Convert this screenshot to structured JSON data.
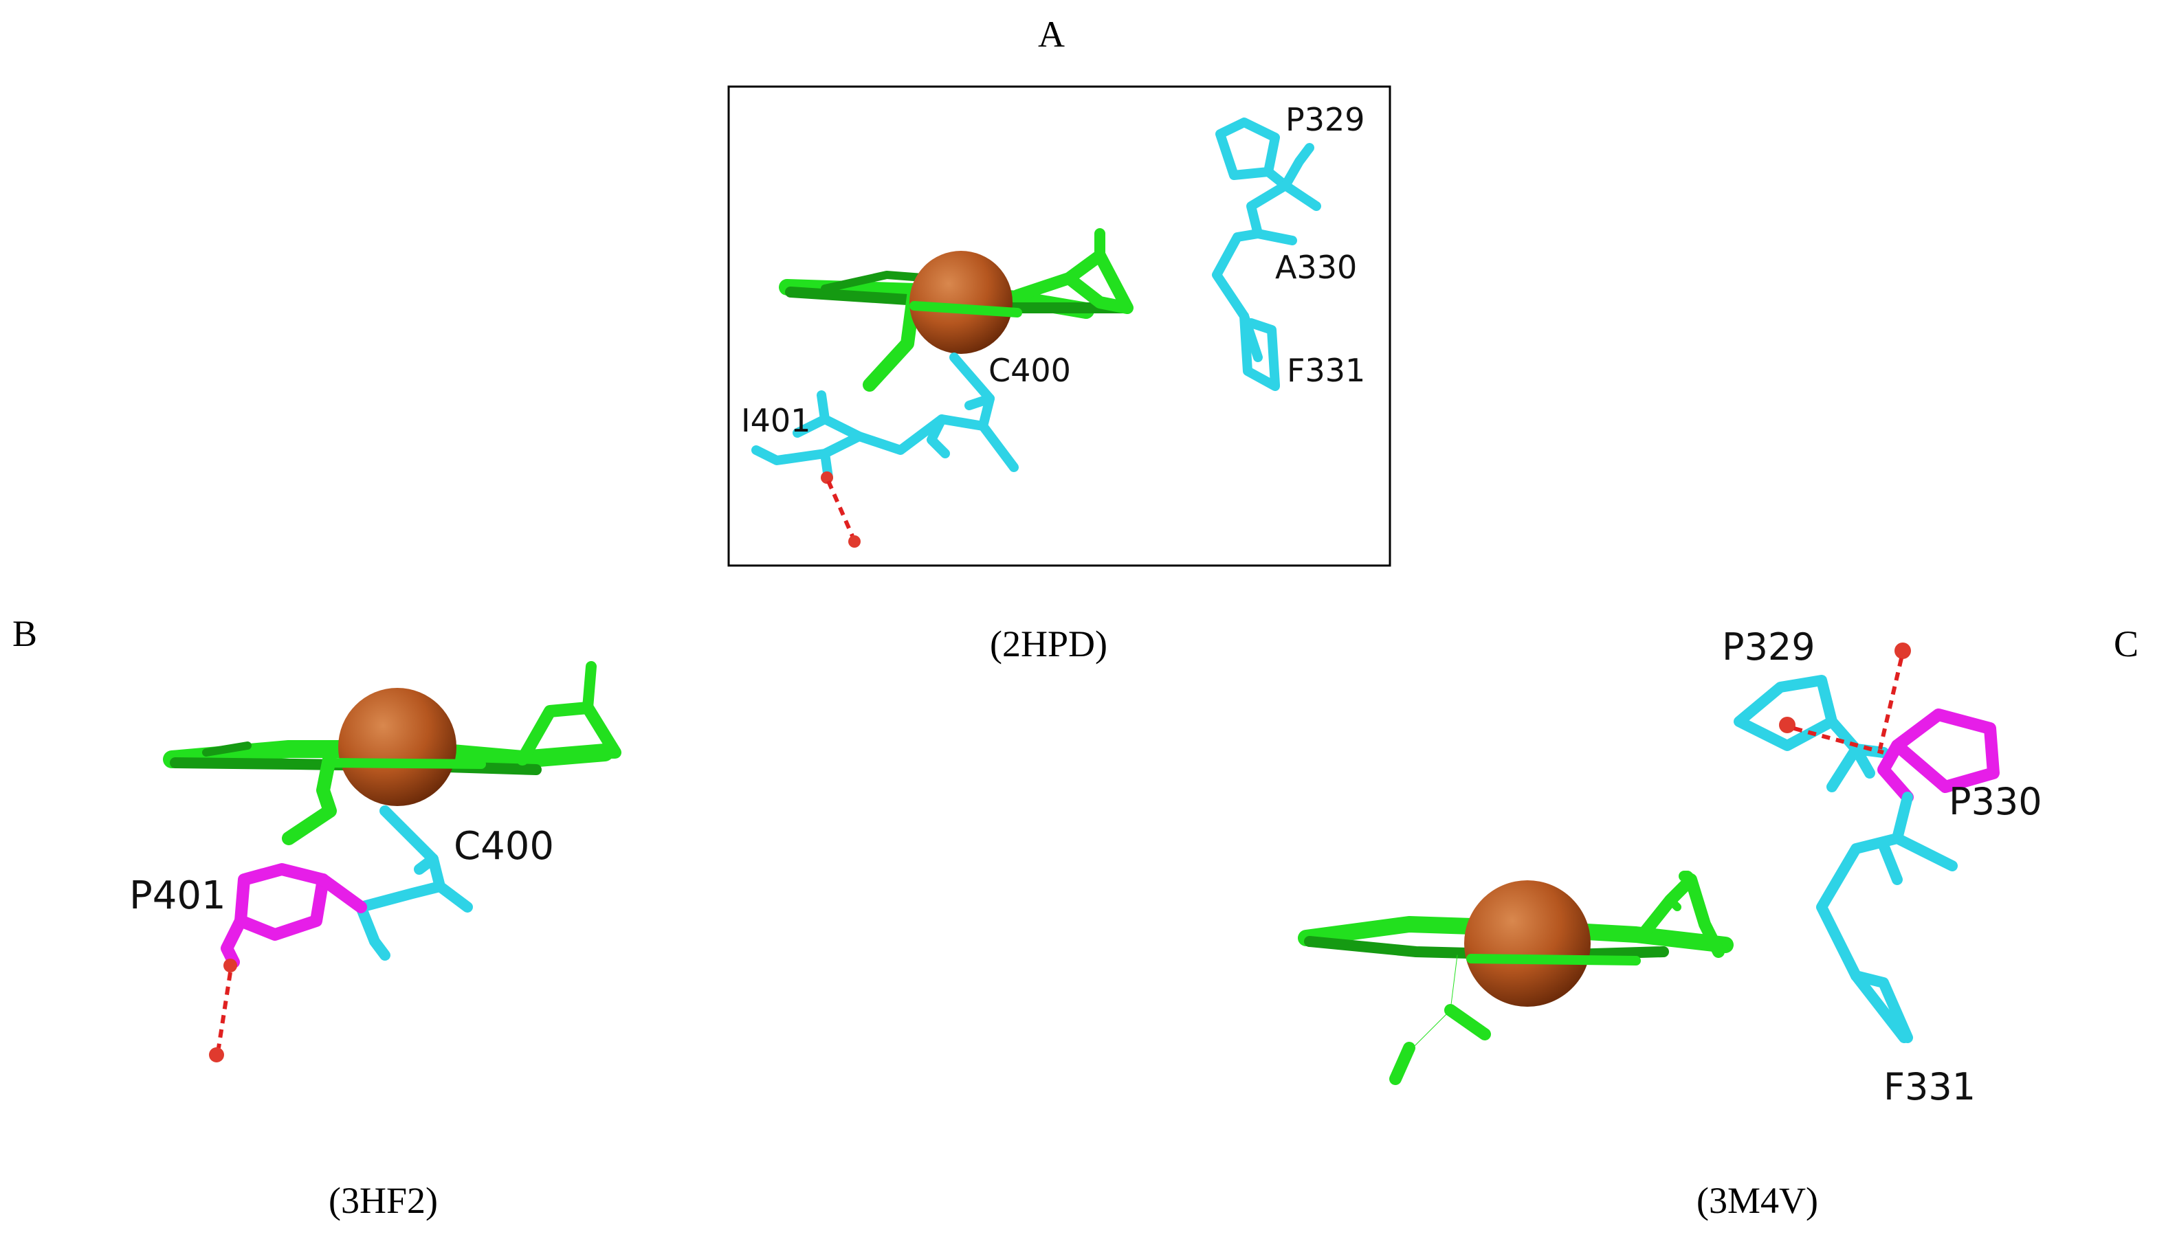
{
  "panels": {
    "A": {
      "letter": "A",
      "pdb": "(2HPD)",
      "labels": {
        "p329": "P329",
        "a330": "A330",
        "f331": "F331",
        "c400": "C400",
        "i401": "I401"
      }
    },
    "B": {
      "letter": "B",
      "pdb": "(3HF2)",
      "labels": {
        "c400": "C400",
        "p401": "P401"
      }
    },
    "C": {
      "letter": "C",
      "pdb": "(3M4V)",
      "labels": {
        "p329": "P329",
        "p330": "P330",
        "f331": "F331"
      }
    }
  },
  "colors": {
    "heme": "#22e01e",
    "heme_dark": "#159a12",
    "iron": "#b5561f",
    "iron_dark": "#6e2c0a",
    "residue": "#2ed3e6",
    "mutant": "#e61ee8",
    "water": "#e03a2e",
    "hbond": "#e02020"
  }
}
